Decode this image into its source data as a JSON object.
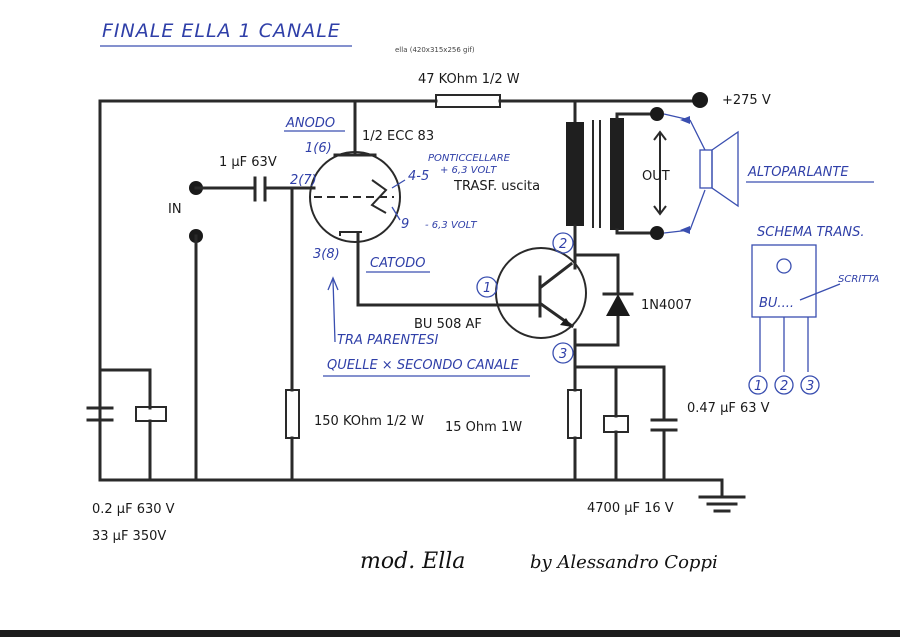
{
  "title": "FINALE ELLA 1 CANALE",
  "source_caption": "ella (420x315x256 gif)",
  "labels": {
    "r_top": "47 KOhm 1/2 W",
    "supply": "+275 V",
    "anodo": "ANODO",
    "anodo_pin": "1(6)",
    "tube": "1/2 ECC 83",
    "cap_in": "1 µF  63V",
    "grid_pin": "2(7)",
    "in": "IN",
    "ponticellare": "PONTICCELLARE",
    "heater_pins": "4-5",
    "heater_v1": "+ 6,3 VOLT",
    "heater_pin9": "9",
    "heater_v2": "- 6,3 VOLT",
    "trasf": "TRASF. uscita",
    "out": "OUT",
    "altoparlante": "ALTOPARLANTE",
    "schema_trans": "SCHEMA TRANS.",
    "scritta": "SCRITTA",
    "bu_mark": "BU....",
    "cathode_pin": "3(8)",
    "catodo": "CATODO",
    "tr_pin1": "1",
    "tr_pin2": "2",
    "tr_pin3": "3",
    "transistor": "BU 508 AF",
    "diode": "1N4007",
    "tra_parentesi": "TRA PARENTESI",
    "quelle": "QUELLE × SECONDO CANALE",
    "r_grid": "150 KOhm 1/2 W",
    "r_emit": "15 Ohm   1W",
    "c_emit2": "0.47 µF  63 V",
    "pin_a": "1",
    "pin_b": "2",
    "pin_c": "3",
    "c_filter1": "0.2 µF  630 V",
    "c_filter2": "33 µF  350V",
    "c_emit1": "4700 µF  16 V",
    "signature_model": "mod. Ella",
    "signature_author": "by Alessandro Coppi"
  }
}
